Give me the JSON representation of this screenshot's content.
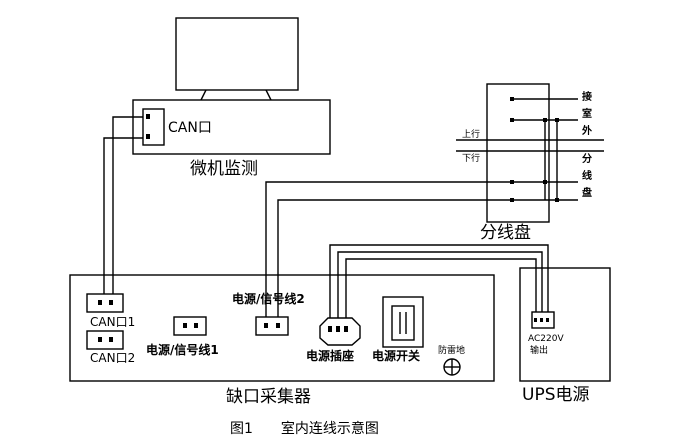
{
  "labels": {
    "can_port": "CAN口",
    "monitor_pc": "微机监测",
    "distribution_panel": "分线盘",
    "uplink": "上行",
    "downlink": "下行",
    "outdoor_side": [
      "接",
      "室",
      "外",
      "分",
      "线",
      "盘"
    ],
    "can1": "CAN口1",
    "can2": "CAN口2",
    "power_signal_1": "电源/信号线1",
    "power_signal_2": "电源/信号线2",
    "power_socket": "电源插座",
    "power_switch": "电源开关",
    "lightning_ground": "防雷地",
    "collector": "缺口采集器",
    "ups_output_line1": "AC220V",
    "ups_output_line2": "输出",
    "ups": "UPS电源",
    "caption": "图1　　室内连线示意图"
  }
}
